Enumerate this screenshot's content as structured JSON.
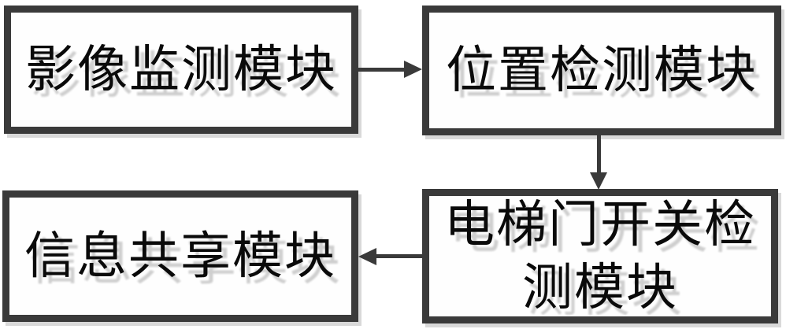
{
  "diagram": {
    "type": "flowchart",
    "background_color": "#ffffff",
    "node_border_color": "#3a3a3a",
    "node_fill_color": "#fefefe",
    "text_color": "#0a0a0a",
    "text_shadow_color": "#cfcfcf",
    "arrow_color": "#3a3a3a",
    "nodes": [
      {
        "id": "image-monitoring-module",
        "lines": [
          "影像监测模块"
        ]
      },
      {
        "id": "position-detection-module",
        "lines": [
          "位置检测模块"
        ]
      },
      {
        "id": "elevator-door-switch-detection-module",
        "lines": [
          "电梯门开关检",
          "测模块"
        ]
      },
      {
        "id": "information-sharing-module",
        "lines": [
          "信息共享模块"
        ]
      }
    ],
    "edges": [
      {
        "from": "image-monitoring-module",
        "to": "position-detection-module",
        "direction": "right"
      },
      {
        "from": "position-detection-module",
        "to": "elevator-door-switch-detection-module",
        "direction": "down"
      },
      {
        "from": "elevator-door-switch-detection-module",
        "to": "information-sharing-module",
        "direction": "left"
      }
    ]
  }
}
